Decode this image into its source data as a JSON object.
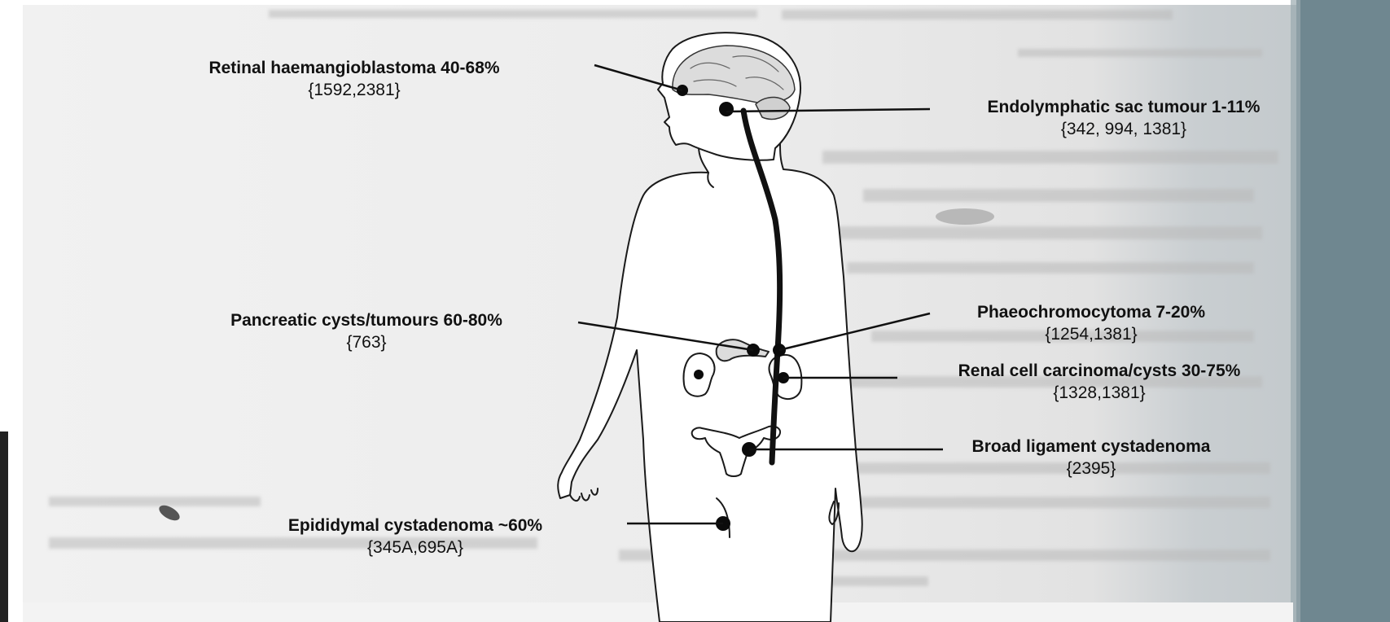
{
  "diagram": {
    "labels": [
      {
        "id": "retinal",
        "name": "Retinal haemangioblastoma 40-68%",
        "refs": "{1592,2381}"
      },
      {
        "id": "endolymphatic",
        "name": "Endolymphatic sac tumour 1-11%",
        "refs": "{342, 994, 1381}"
      },
      {
        "id": "pancreatic",
        "name": "Pancreatic cysts/tumours 60-80%",
        "refs": "{763}"
      },
      {
        "id": "phaeo",
        "name": "Phaeochromocytoma 7-20%",
        "refs": "{1254,1381}"
      },
      {
        "id": "renal",
        "name": "Renal cell carcinoma/cysts 30-75%",
        "refs": "{1328,1381}"
      },
      {
        "id": "broad",
        "name": "Broad ligament cystadenoma",
        "refs": "{2395}"
      },
      {
        "id": "epididymal",
        "name": "Epididymal cystadenoma ~60%",
        "refs": "{345A,695A}"
      }
    ]
  }
}
